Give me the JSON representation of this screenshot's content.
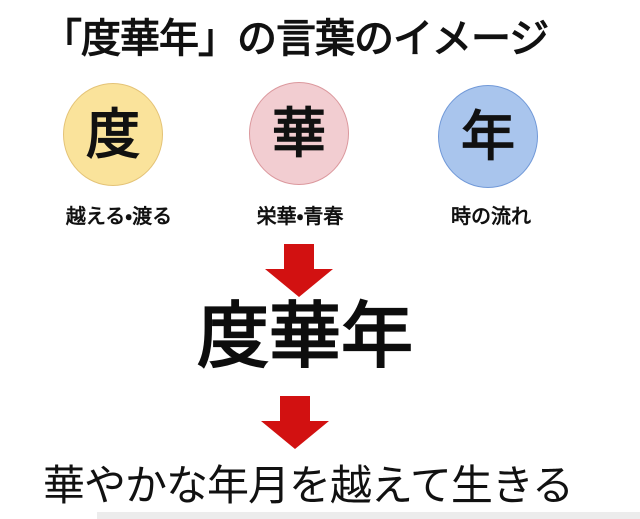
{
  "title": "「度華年」の言葉のイメージ",
  "circles": [
    {
      "char": "度",
      "meaning": "越える・渡る",
      "fill": "#FAE39B",
      "border": "#E4C377"
    },
    {
      "char": "華",
      "meaning": "栄華・青春",
      "fill": "#F2CDD1",
      "border": "#DB989D"
    },
    {
      "char": "年",
      "meaning": "時の流れ",
      "fill": "#A9C5ED",
      "border": "#7199D8"
    }
  ],
  "word": "度華年",
  "conclusion": "華やかな年月を越えて生きる",
  "colors": {
    "arrow": "#D21111",
    "text": "#111111",
    "background": "#FFFFFF"
  }
}
